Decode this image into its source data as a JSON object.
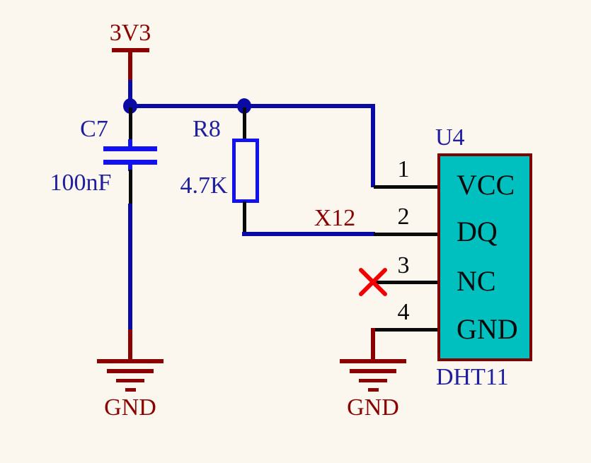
{
  "colors": {
    "bg": "#FBF7EE",
    "wire-blue": "#0A0AA5",
    "component-blue": "#1212F0",
    "label-blue": "#1E1E9E",
    "dark-red": "#8B0000",
    "nc-red": "#F00000",
    "ic-fill": "#00BFBF",
    "ic-border": "#800000",
    "pin-black": "#0A0A0A"
  },
  "power": {
    "v33_label": "3V3",
    "gnd_left_label": "GND",
    "gnd_right_label": "GND"
  },
  "capacitor": {
    "designator": "C7",
    "value": "100nF"
  },
  "resistor": {
    "designator": "R8",
    "value": "4.7K"
  },
  "net_label_x12": "X12",
  "ic": {
    "designator": "U4",
    "part_number": "DHT11",
    "pins": [
      {
        "number": "1",
        "name": "VCC"
      },
      {
        "number": "2",
        "name": "DQ"
      },
      {
        "number": "3",
        "name": "NC"
      },
      {
        "number": "4",
        "name": "GND"
      }
    ]
  }
}
